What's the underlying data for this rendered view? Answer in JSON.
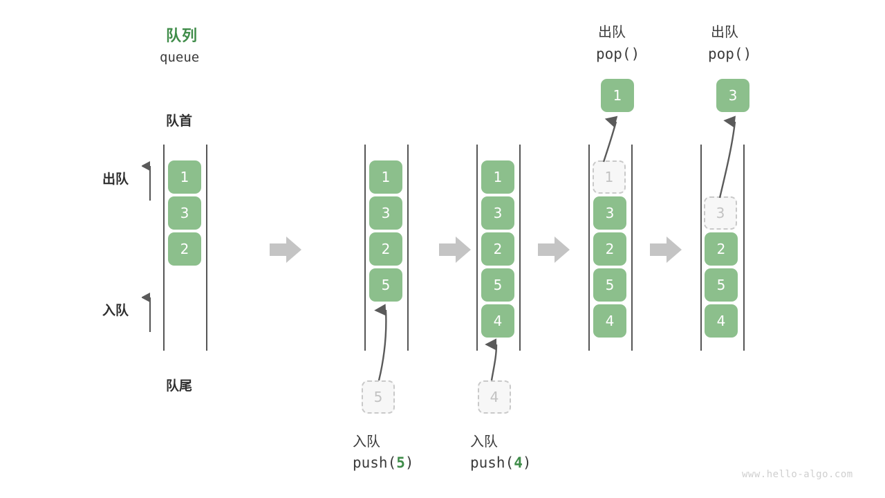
{
  "meta": {
    "title_cn": "队列",
    "title_en": "queue",
    "watermark": "www.hello-algo.com",
    "colors": {
      "cell_fill": "#8cbf8c",
      "cell_text": "#ffffff",
      "accent_green": "#3f8c49",
      "ghost_fill": "#f7f7f7",
      "ghost_border": "#c9c9c9",
      "ghost_text": "#c2c2c2",
      "rail": "#555555",
      "arrow_gray": "#5a5a5a",
      "transition_arrow": "#c4c4c4",
      "text_dark": "#3b3b3b",
      "watermark": "#cfcfcf"
    }
  },
  "legend": {
    "head_label": "队首",
    "tail_label": "队尾",
    "dequeue_label": "出队",
    "enqueue_label": "入队"
  },
  "steps": [
    {
      "id": "initial",
      "cells": [
        "1",
        "3",
        "2"
      ],
      "ghost_in_queue": null,
      "incoming": null,
      "popped": null,
      "caption_cn": null,
      "caption_code": null,
      "top_label_cn": null,
      "top_label_code": null
    },
    {
      "id": "push-5",
      "cells": [
        "1",
        "3",
        "2",
        "5"
      ],
      "ghost_in_queue": null,
      "incoming": "5",
      "popped": null,
      "caption_cn": "入队",
      "caption_code": "push(5)",
      "caption_code_value": "5",
      "top_label_cn": null,
      "top_label_code": null
    },
    {
      "id": "push-4",
      "cells": [
        "1",
        "3",
        "2",
        "5",
        "4"
      ],
      "ghost_in_queue": null,
      "incoming": "4",
      "popped": null,
      "caption_cn": "入队",
      "caption_code": "push(4)",
      "caption_code_value": "4",
      "top_label_cn": null,
      "top_label_code": null
    },
    {
      "id": "pop-1",
      "cells": [
        "3",
        "2",
        "5",
        "4"
      ],
      "ghost_in_queue": "1",
      "incoming": null,
      "popped": "1",
      "caption_cn": null,
      "caption_code": null,
      "top_label_cn": "出队",
      "top_label_code": "pop()"
    },
    {
      "id": "pop-3",
      "cells": [
        "2",
        "5",
        "4"
      ],
      "ghost_in_queue": "3",
      "incoming": null,
      "popped": "3",
      "caption_cn": null,
      "caption_code": null,
      "top_label_cn": "出队",
      "top_label_code": "pop()"
    }
  ],
  "transitions": [
    "transition-arrow-1",
    "transition-arrow-2",
    "transition-arrow-3",
    "transition-arrow-4"
  ]
}
